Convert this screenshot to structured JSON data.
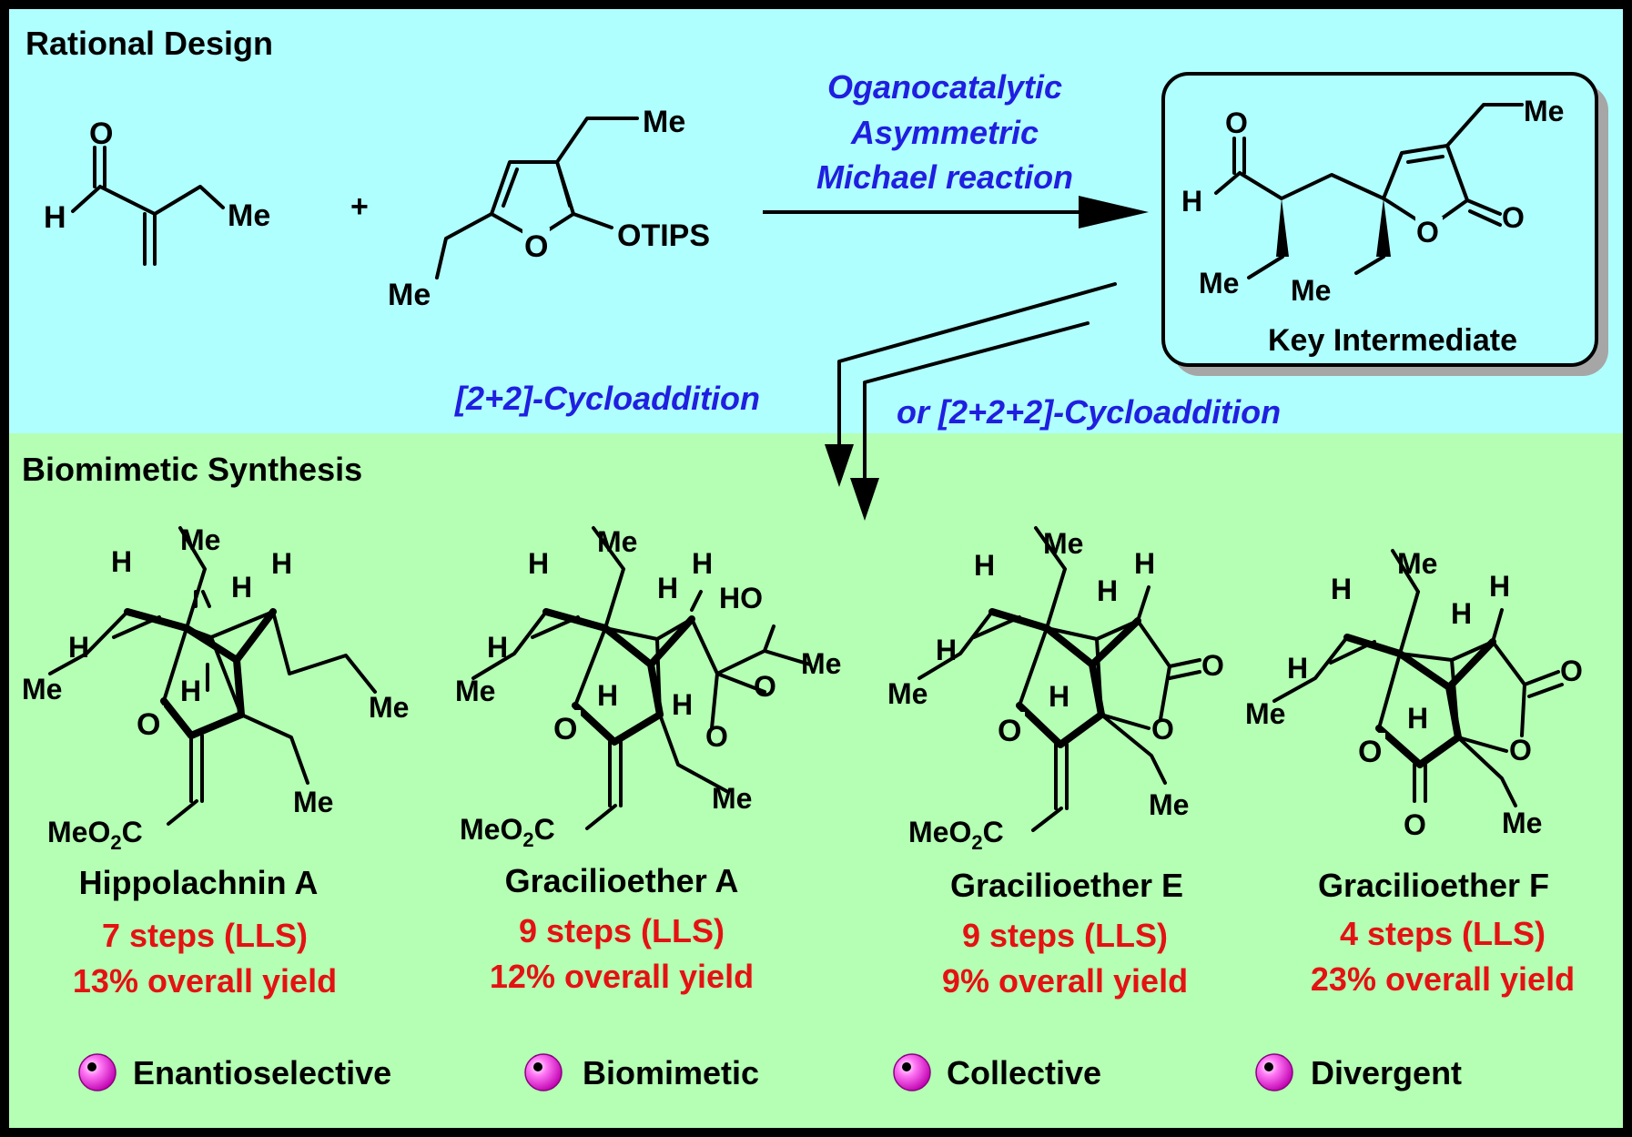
{
  "sections": {
    "top_title": "Rational Design",
    "bottom_title": "Biomimetic Synthesis"
  },
  "reaction": {
    "plus": "+",
    "conditions": [
      "Oganocatalytic",
      "Asymmetric",
      "Michael reaction"
    ],
    "cyclo1": "[2+2]-Cycloaddition",
    "cyclo2": "or [2+2+2]-Cycloaddition",
    "key_label": "Key Intermediate"
  },
  "atoms": {
    "O": "O",
    "H": "H",
    "Me": "Me",
    "OTIPS": "OTIPS",
    "HO": "HO"
  },
  "products": [
    {
      "name": "Hippolachnin A",
      "steps": "7 steps (LLS)",
      "yield": "13% overall yield"
    },
    {
      "name": "Gracilioether A",
      "steps": "9 steps (LLS)",
      "yield": "12% overall yield"
    },
    {
      "name": "Gracilioether E",
      "steps": "9 steps (LLS)",
      "yield": "9% overall yield"
    },
    {
      "name": "Gracilioether F",
      "steps": "4 steps (LLS)",
      "yield": "23% overall yield"
    }
  ],
  "features": [
    "Enantioselective",
    "Biomimetic",
    "Collective",
    "Divergent"
  ],
  "colors": {
    "top_bg": "#b0ffff",
    "bottom_bg": "#b4ffb4",
    "blue": "#1f1fe0",
    "red": "#e41212",
    "bullet": "#ff22ee"
  }
}
